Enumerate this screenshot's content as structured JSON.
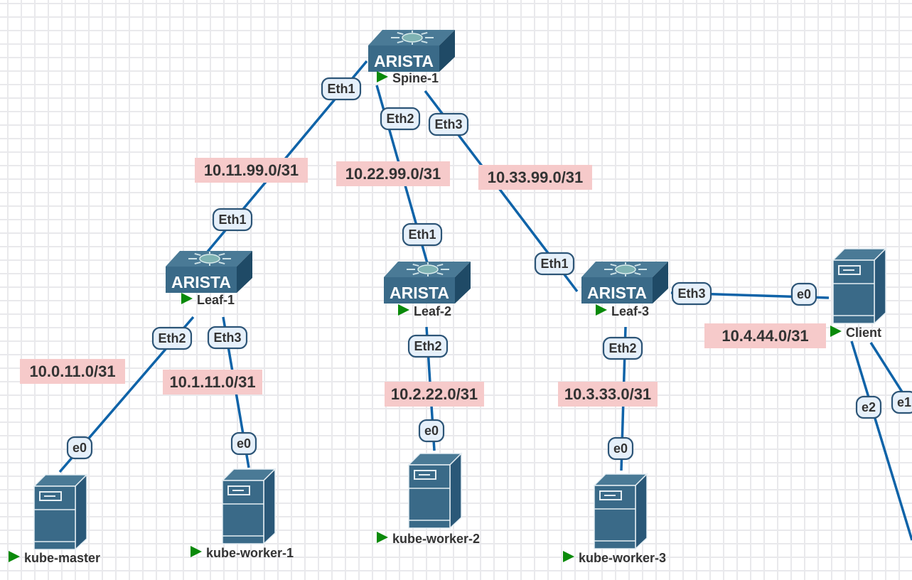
{
  "colors": {
    "link": "#0f63a8",
    "device": "#3a6a88",
    "subnet_bg": "#f6caca",
    "interface_bg": "#e6f0fa",
    "running": "#0a8a0a"
  },
  "nodes": [
    {
      "id": "spine1",
      "name": "Spine-1",
      "type": "switch",
      "brand": "ARISTA",
      "status": "running"
    },
    {
      "id": "leaf1",
      "name": "Leaf-1",
      "type": "switch",
      "brand": "ARISTA",
      "status": "running"
    },
    {
      "id": "leaf2",
      "name": "Leaf-2",
      "type": "switch",
      "brand": "ARISTA",
      "status": "running"
    },
    {
      "id": "leaf3",
      "name": "Leaf-3",
      "type": "switch",
      "brand": "ARISTA",
      "status": "running"
    },
    {
      "id": "client",
      "name": "Client",
      "type": "server",
      "status": "running"
    },
    {
      "id": "km",
      "name": "kube-master",
      "type": "server",
      "status": "running"
    },
    {
      "id": "kw1",
      "name": "kube-worker-1",
      "type": "server",
      "status": "running"
    },
    {
      "id": "kw2",
      "name": "kube-worker-2",
      "type": "server",
      "status": "running"
    },
    {
      "id": "kw3",
      "name": "kube-worker-3",
      "type": "server",
      "status": "running"
    }
  ],
  "links": [
    {
      "from": "Spine-1",
      "from_if": "Eth1",
      "to": "Leaf-1",
      "to_if": "Eth1",
      "subnet": "10.11.99.0/31"
    },
    {
      "from": "Spine-1",
      "from_if": "Eth2",
      "to": "Leaf-2",
      "to_if": "Eth1",
      "subnet": "10.22.99.0/31"
    },
    {
      "from": "Spine-1",
      "from_if": "Eth3",
      "to": "Leaf-3",
      "to_if": "Eth1",
      "subnet": "10.33.99.0/31"
    },
    {
      "from": "Leaf-1",
      "from_if": "Eth2",
      "to": "kube-master",
      "to_if": "e0",
      "subnet": "10.0.11.0/31"
    },
    {
      "from": "Leaf-1",
      "from_if": "Eth3",
      "to": "kube-worker-1",
      "to_if": "e0",
      "subnet": "10.1.11.0/31"
    },
    {
      "from": "Leaf-2",
      "from_if": "Eth2",
      "to": "kube-worker-2",
      "to_if": "e0",
      "subnet": "10.2.22.0/31"
    },
    {
      "from": "Leaf-3",
      "from_if": "Eth2",
      "to": "kube-worker-3",
      "to_if": "e0",
      "subnet": "10.3.33.0/31"
    },
    {
      "from": "Leaf-3",
      "from_if": "Eth3",
      "to": "Client",
      "to_if": "e0",
      "subnet": "10.4.44.0/31"
    },
    {
      "from": "Client",
      "from_if": "e2",
      "to": "",
      "to_if": "",
      "subnet": ""
    },
    {
      "from": "Client",
      "from_if": "e1",
      "to": "",
      "to_if": "",
      "subnet": ""
    }
  ]
}
